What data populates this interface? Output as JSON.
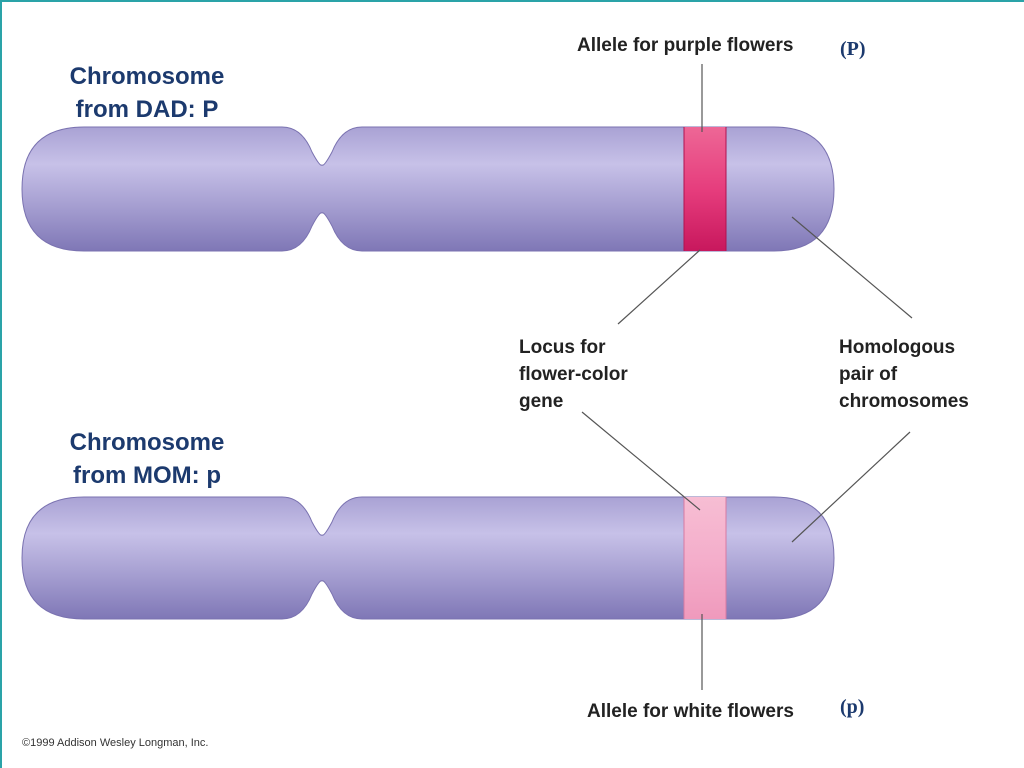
{
  "labels": {
    "dad_line1": "Chromosome",
    "dad_line2": "from DAD: P",
    "mom_line1": "Chromosome",
    "mom_line2": "from MOM: p",
    "allele_purple": "Allele for purple flowers",
    "allele_purple_symbol": "(P)",
    "allele_white": "Allele for white flowers",
    "allele_white_symbol": "(p)",
    "locus_line1": "Locus for",
    "locus_line2": "flower-color",
    "locus_line3": "gene",
    "homologous_line1": "Homologous",
    "homologous_line2": "pair of",
    "homologous_line3": "chromosomes",
    "copyright": "©1999 Addison Wesley Longman, Inc."
  },
  "colors": {
    "chromosome": "#9b93c9",
    "chromosome_highlight": "#c9c3e8",
    "purple_allele_band": "#d8246a",
    "white_allele_band": "#f2a9c6",
    "label_text": "#1c3a6e",
    "slide_border": "#2aa3a8"
  }
}
